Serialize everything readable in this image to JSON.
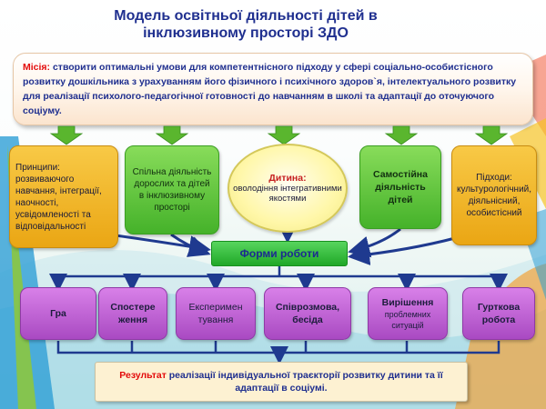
{
  "title_line1": "Модель освітньої діяльності дітей в",
  "title_line2": "інклюзивному просторі ЗДО",
  "mission": {
    "label": "Місія:",
    "text": " створити оптимальні умови для компетентнісного підходу  у сфері соціально-особистісного розвитку дошкільника з урахуванням його фізичного і психічного здоров`я, інтелектуального розвитку для реалізації психолого-педагогічної готовності до навчанням в школі та адаптації до оточуючого соціуму."
  },
  "principles": "Принципи: розвиваючого навчання, інтеграції, наочності, усвідомленості та відповідальності",
  "joint_activity": "Спільна діяльність дорослих та дітей в інклюзивному просторі",
  "child": {
    "title": "Дитина:",
    "text": "оволодіння інтегративними якостями"
  },
  "independent_activity": "Самостійна діяльність дітей",
  "approaches": "Підходи: культурологічний, діяльнісний, особистісний",
  "forms_of_work": "Форми роботи",
  "forms": {
    "game": "Гра",
    "observation": "Спостере ження",
    "experiment": "Експеримен тування",
    "conversation": "Співрозмова, бесіда",
    "problem_line1": "Вирішення",
    "problem_line2": "проблемних ситуацій",
    "club": "Гурткова робота"
  },
  "result": {
    "label": "Результат",
    "text": " реалізації індивідуальної траєкторії розвитку дитини та її адаптації в соціумі."
  },
  "colors": {
    "title": "#1f2f8f",
    "accent_red": "#e30b0b",
    "green_box": "#45b22a",
    "orange_box": "#eaa614",
    "purple_box": "#a94ac2",
    "child_ellipse": "#fff7a8"
  }
}
